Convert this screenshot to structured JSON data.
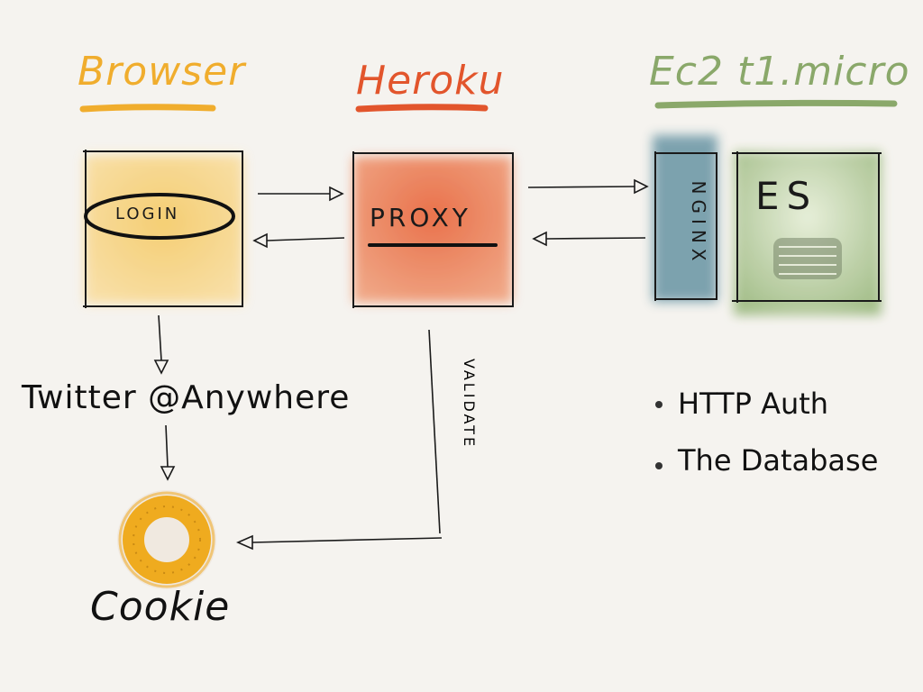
{
  "headings": {
    "browser": "Browser",
    "heroku": "Heroku",
    "ec2": "Ec2 t1.micro"
  },
  "boxes": {
    "login": "LOGIN",
    "proxy": "PROXY",
    "nginx": "NGINX",
    "es": "ES"
  },
  "flow": {
    "validate": "VALIDATE",
    "twitter": "Twitter @Anywhere",
    "cookie": "Cookie"
  },
  "notes": [
    "HTTP Auth",
    "The Database"
  ],
  "colors": {
    "browser": "#f0ad2d",
    "heroku": "#e2552c",
    "ec2": "#8aa86a",
    "nginx": "#6f9aa8",
    "es": "#9fbb84",
    "cookie": "#f0ad2d",
    "ink": "#1a1a1a",
    "paper": "#f5f3ef"
  }
}
